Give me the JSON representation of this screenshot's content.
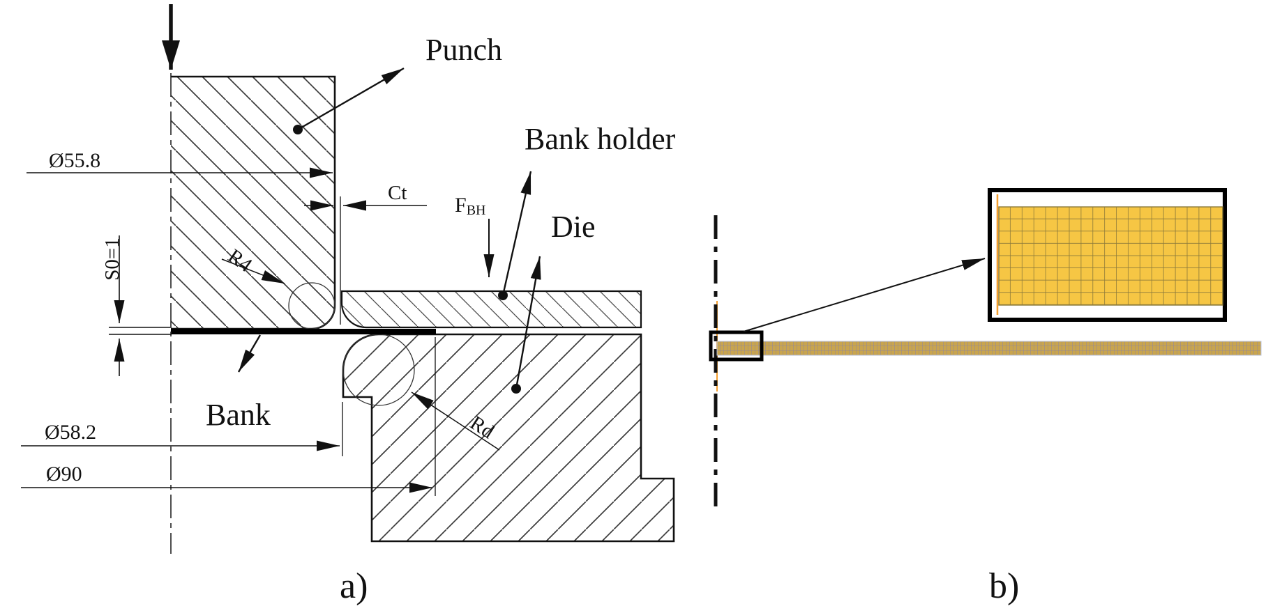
{
  "figure": {
    "panel_a": {
      "caption": "a)",
      "labels": {
        "punch": "Punch",
        "bank_holder": "Bank holder",
        "die": "Die",
        "bank": "Bank",
        "force_main": "F",
        "force_sub": "BH",
        "clearance": "Ct",
        "punch_radius": "R4",
        "die_radius": "Rd",
        "sheet_thickness": "S0=1"
      },
      "dimensions": {
        "punch_diameter": "Ø55.8",
        "die_opening_diameter": "Ø58.2",
        "blank_diameter": "Ø90"
      }
    },
    "panel_b": {
      "caption": "b)",
      "mesh_columns": 19,
      "mesh_rows": 8
    },
    "colors": {
      "ink": "#1a1a1a",
      "hatch": "#3c3c3c",
      "mesh_fill": "#f6c644",
      "mesh_line": "#8c7a3a",
      "strip_fill": "#c9a54e",
      "strip_line": "#8d85a3",
      "centerline_accent": "#f59f2f"
    }
  }
}
